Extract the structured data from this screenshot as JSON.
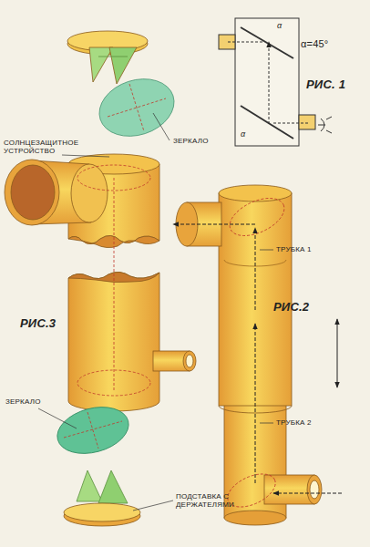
{
  "diagram": {
    "labels": [
      "ЗЕРКАЛО",
      "α=45°",
      "α",
      "РИС. 1",
      "α",
      "СОЛНЦЕЗАЩИТНОЕ УСТРОЙСТВО",
      "ТРУБКА 1",
      "РИС.2",
      "РИС.3",
      "ЗЕРКАЛО",
      "ТРУБКА 2",
      "ПОДСТАВКА С ДЕРЖАТЕЛЯМИ"
    ]
  }
}
